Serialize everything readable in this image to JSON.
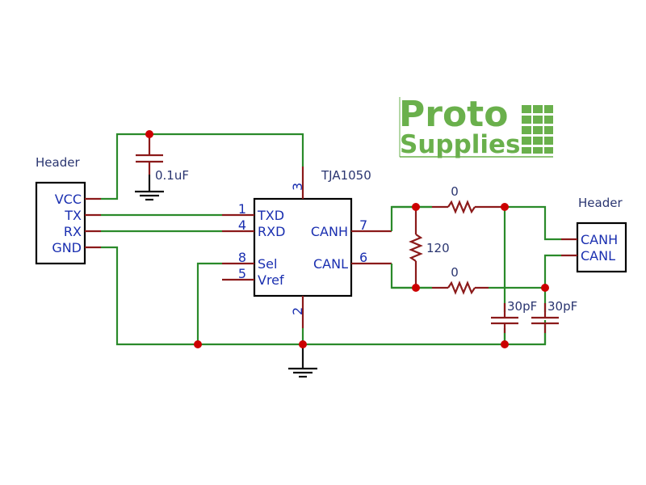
{
  "logo": {
    "line1": "Proto",
    "line2": "Supplies",
    "color": "#6ab04c"
  },
  "left_header": {
    "title": "Header",
    "pins": [
      "VCC",
      "TX",
      "RX",
      "GND"
    ]
  },
  "right_header": {
    "title": "Header",
    "pins": [
      "CANH",
      "CANL"
    ]
  },
  "ic": {
    "name": "TJA1050",
    "left_pins": [
      {
        "num": "1",
        "name": "TXD"
      },
      {
        "num": "4",
        "name": "RXD"
      },
      {
        "num": "8",
        "name": "Sel"
      },
      {
        "num": "5",
        "name": "Vref"
      }
    ],
    "right_pins": [
      {
        "num": "7",
        "name": "CANH"
      },
      {
        "num": "6",
        "name": "CANL"
      }
    ],
    "top_pin": "3",
    "bottom_pin": "2"
  },
  "components": {
    "decoupling_cap": "0.1uF",
    "termination_resistor": "120",
    "series_resistor_h": "0",
    "series_resistor_l": "0",
    "cap_h": "30pF",
    "cap_l": "30pF"
  },
  "colors": {
    "wire": "#2a8a2a",
    "pin": "#8b1a1a",
    "junction": "#cc0000",
    "label": "#1a2fb0"
  }
}
